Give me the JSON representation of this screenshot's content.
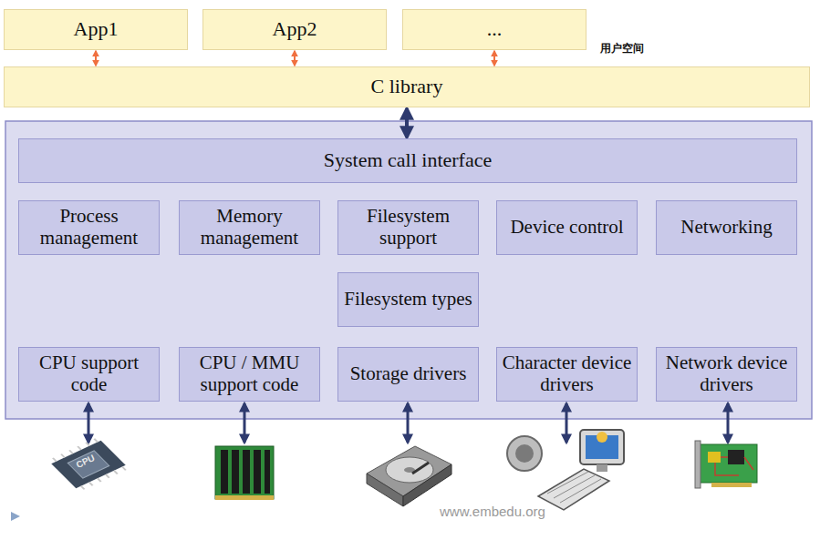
{
  "diagram": {
    "nodes": [
      {
        "text": [
          "App1"
        ]
      },
      {
        "text": [
          "App2"
        ]
      },
      {
        "text": [
          "..."
        ]
      },
      {
        "text": [
          "C library"
        ]
      },
      {
        "text": [
          "System call interface"
        ]
      },
      {
        "text": [
          "Process management"
        ]
      },
      {
        "text": [
          "Memory management"
        ]
      },
      {
        "text": [
          "Filesystem support"
        ]
      },
      {
        "text": [
          "Device control"
        ]
      },
      {
        "text": [
          "Networking"
        ]
      },
      {
        "text": [
          "Filesystem types"
        ]
      },
      {
        "text": [
          "CPU support code"
        ]
      },
      {
        "text": [
          "CPU / MMU support code"
        ]
      },
      {
        "text": [
          "Storage drivers"
        ]
      },
      {
        "text": [
          "Character device drivers"
        ]
      },
      {
        "text": [
          "Network device drivers"
        ]
      }
    ],
    "edges": [
      {
        "from": 0,
        "to": 3,
        "arrow": "both"
      },
      {
        "from": 1,
        "to": 3,
        "arrow": "both"
      },
      {
        "from": 2,
        "to": 3,
        "arrow": "both"
      },
      {
        "from": 3,
        "to": 4,
        "arrow": "both"
      }
    ],
    "labels": [
      "用户空间",
      "CPU",
      "www.embedu.org"
    ]
  }
}
